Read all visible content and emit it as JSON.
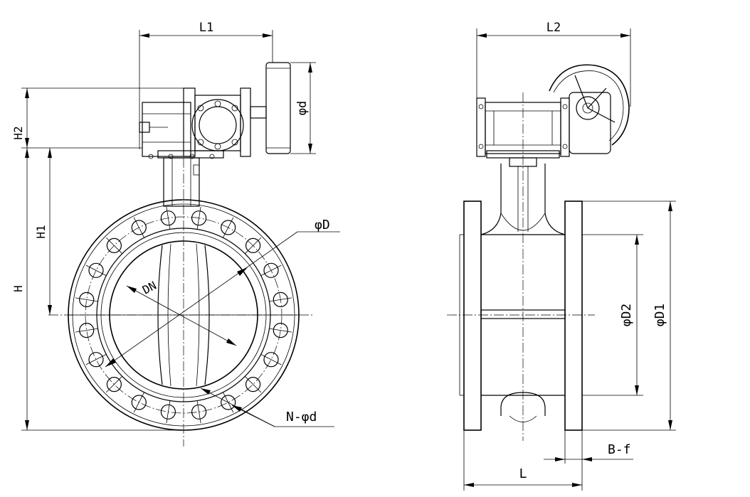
{
  "labels": {
    "L1": "L1",
    "L2": "L2",
    "H": "H",
    "H1": "H1",
    "H2": "H2",
    "d": "φd",
    "D": "φD",
    "DN": "DN",
    "N_d": "N-φd",
    "D1": "φD1",
    "D2": "φD2",
    "B_f": "B-f",
    "L": "L"
  },
  "colors": {
    "line": "#000000",
    "background": "#ffffff"
  }
}
